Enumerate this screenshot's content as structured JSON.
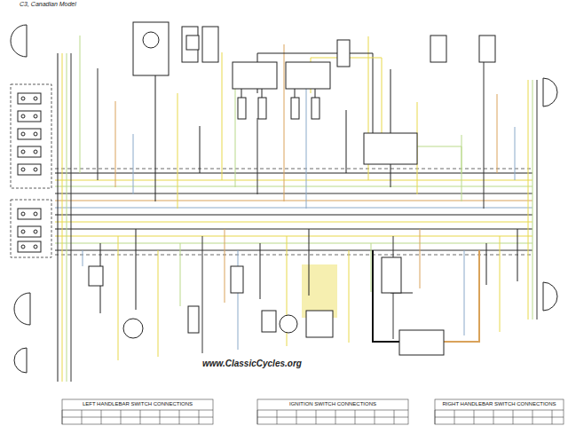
{
  "diagram": {
    "nodes": [
      {
        "text": [
          "LEFT HANDLEBAR SWITCH CONNECTIONS"
        ]
      },
      {
        "text": [
          "IGNITION SWITCH CONNECTIONS"
        ]
      },
      {
        "text": [
          "RIGHT HANDLEBAR SWITCH CONNECTIONS"
        ]
      }
    ],
    "labels": [
      "C3, Canadian Model",
      "www.ClassicCycles.org"
    ]
  }
}
